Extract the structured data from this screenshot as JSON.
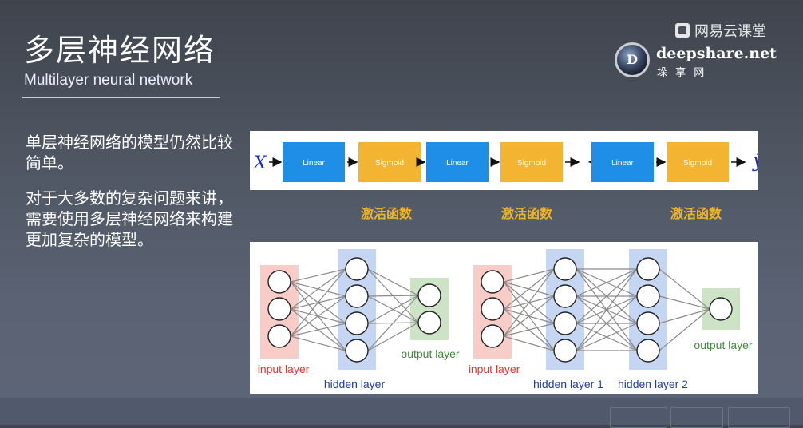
{
  "slide": {
    "title_zh": "多层神经网络",
    "title_en": "Multilayer neural network",
    "para1": "单层神经网络的模型仍然比较简单。",
    "para2": "对于大多数的复杂问题来讲，需要使用多层神经网络来构建更加复杂的模型。"
  },
  "brand": {
    "netease": "网易云课堂",
    "deepshare_logo_letter": "D",
    "deepshare": "deepshare.net",
    "deepshare_cn": "垛 享 网"
  },
  "pipeline": {
    "input": "X",
    "output": "ŷ",
    "blocks": [
      {
        "label": "Linear",
        "color": "#1e8ee6"
      },
      {
        "label": "Sigmoid",
        "color": "#f3b431"
      },
      {
        "label": "Linear",
        "color": "#1e8ee6"
      },
      {
        "label": "Sigmoid",
        "color": "#f3b431"
      },
      {
        "label": "Linear",
        "color": "#1e8ee6"
      },
      {
        "label": "Sigmoid",
        "color": "#f3b431"
      }
    ],
    "ellipsis": "···",
    "activation_labels": [
      "激活函数",
      "激活函数",
      "激活函数"
    ]
  },
  "networks": {
    "net1": {
      "input_label": "input layer",
      "hidden_label": "hidden layer",
      "output_label": "output layer",
      "layers": [
        3,
        4,
        2
      ]
    },
    "net2": {
      "input_label": "input layer",
      "hidden1_label": "hidden layer 1",
      "hidden2_label": "hidden layer 2",
      "output_label": "output layer",
      "layers": [
        3,
        4,
        4,
        1
      ]
    },
    "colors": {
      "input_band": "#f8cdc8",
      "hidden_band": "#c5d6f2",
      "output_band": "#cde3c6",
      "input_text": "#e4332b",
      "hidden_text": "#1f3ea8",
      "output_text": "#3f8a3a"
    }
  },
  "controls": [
    "",
    "",
    ""
  ]
}
